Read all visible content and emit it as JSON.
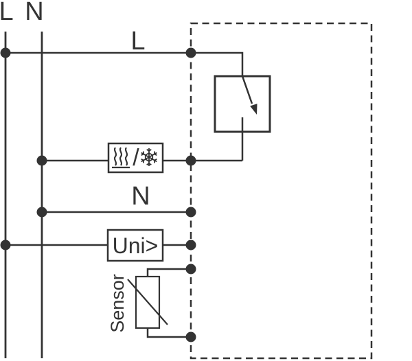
{
  "colors": {
    "stroke": "#333333",
    "background": "#ffffff"
  },
  "supply": {
    "l_label": "L",
    "n_label": "N"
  },
  "device": {
    "l_wire_label": "L",
    "n_wire_label": "N",
    "uni_label": "Uni>",
    "sensor_label": "Sensor",
    "mode_separator": "/"
  },
  "icons": {
    "relay_contact": "relay-contact-arrow-icon",
    "heating": "heating-waves-icon",
    "cooling": "snowflake-icon",
    "sensor_element": "thermistor-resistor-icon",
    "device_outline": "dashed-device-boundary"
  }
}
